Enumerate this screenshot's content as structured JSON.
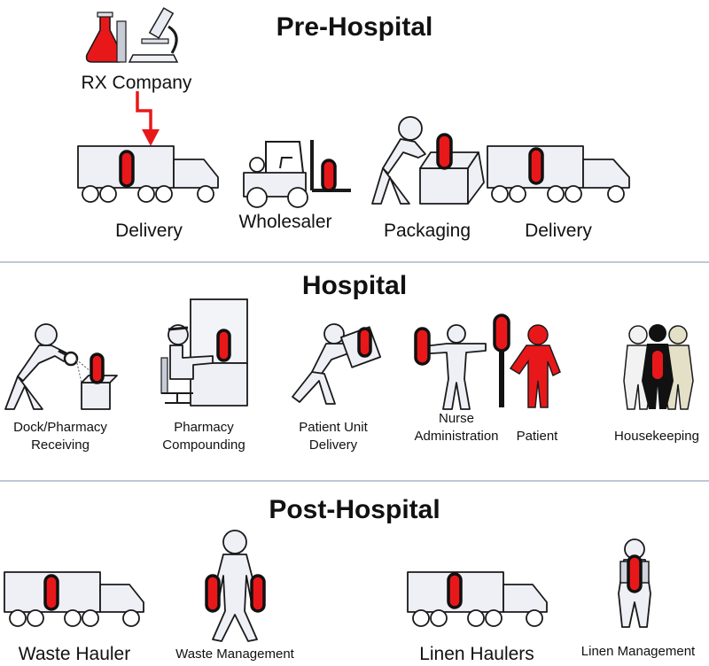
{
  "sections": {
    "pre": {
      "title": "Pre-Hospital",
      "source": "RX Company",
      "labels": {
        "delivery1": "Delivery",
        "wholesaler": "Wholesaler",
        "packaging": "Packaging",
        "delivery2": "Delivery"
      }
    },
    "hospital": {
      "title": "Hospital",
      "labels": {
        "dock_line1": "Dock/Pharmacy",
        "dock_line2": "Receiving",
        "pharmacy_line1": "Pharmacy",
        "pharmacy_line2": "Compounding",
        "patient_unit_line1": "Patient Unit",
        "patient_unit_line2": "Delivery",
        "nurse_line1": "Nurse",
        "nurse_line2": "Administration",
        "patient": "Patient",
        "housekeeping": "Housekeeping"
      }
    },
    "post": {
      "title": "Post-Hospital",
      "labels": {
        "waste_hauler": "Waste Hauler",
        "waste_management": "Waste Management",
        "linen_haulers": "Linen Haulers",
        "linen_management": "Linen Management"
      }
    }
  },
  "colors": {
    "drug_capsule": "#e8181a",
    "outline": "#1a1a1a",
    "figure_fill": "#eef0f6",
    "divider": "#a9b6c8",
    "patient": "#e8181a",
    "arrow": "#e8181a"
  }
}
